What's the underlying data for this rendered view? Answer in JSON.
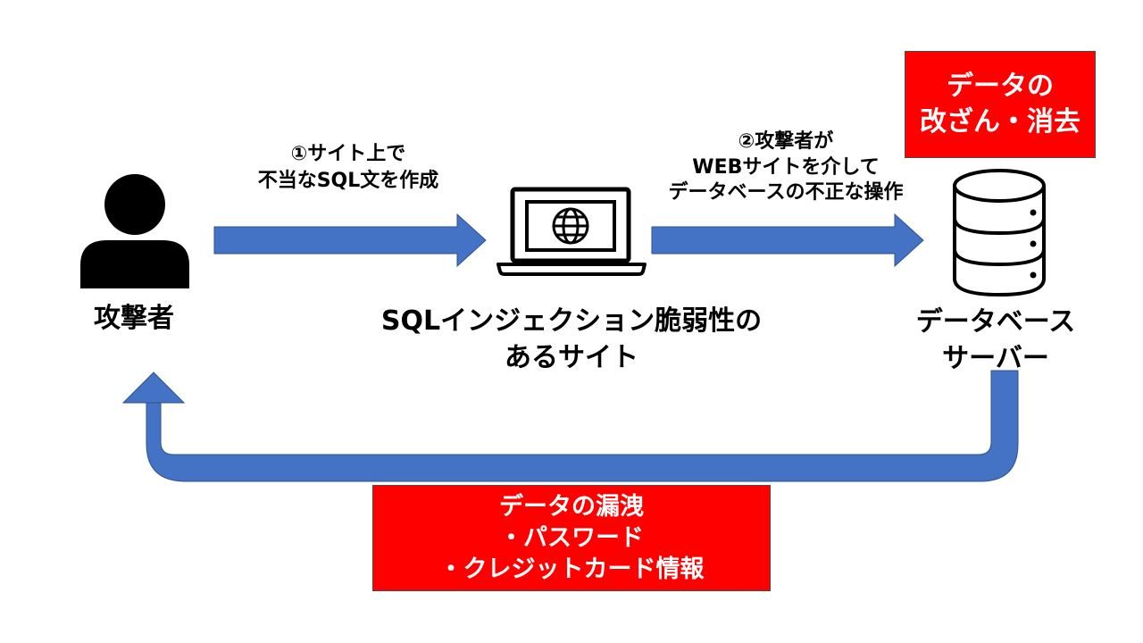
{
  "nodes": {
    "attacker": {
      "label": "攻撃者",
      "icon": "person-icon"
    },
    "site": {
      "label": "SQLインジェクション脆弱性の\nあるサイト",
      "icon": "laptop-globe-icon"
    },
    "database": {
      "label": "データベース\nサーバー",
      "icon": "database-server-icon"
    }
  },
  "steps": {
    "step1": "①サイト上で\n不当なSQL文を作成",
    "step2": "②攻撃者が\nWEBサイトを介して\nデータベースの不正な操作"
  },
  "callouts": {
    "tamper": "データの\n改ざん・消去",
    "leak": "データの漏洩\n・パスワード\n・クレジットカード情報"
  },
  "colors": {
    "arrow": "#4472c4",
    "callout_bg": "#ff0000",
    "callout_text": "#ffffff",
    "icon": "#000000"
  }
}
